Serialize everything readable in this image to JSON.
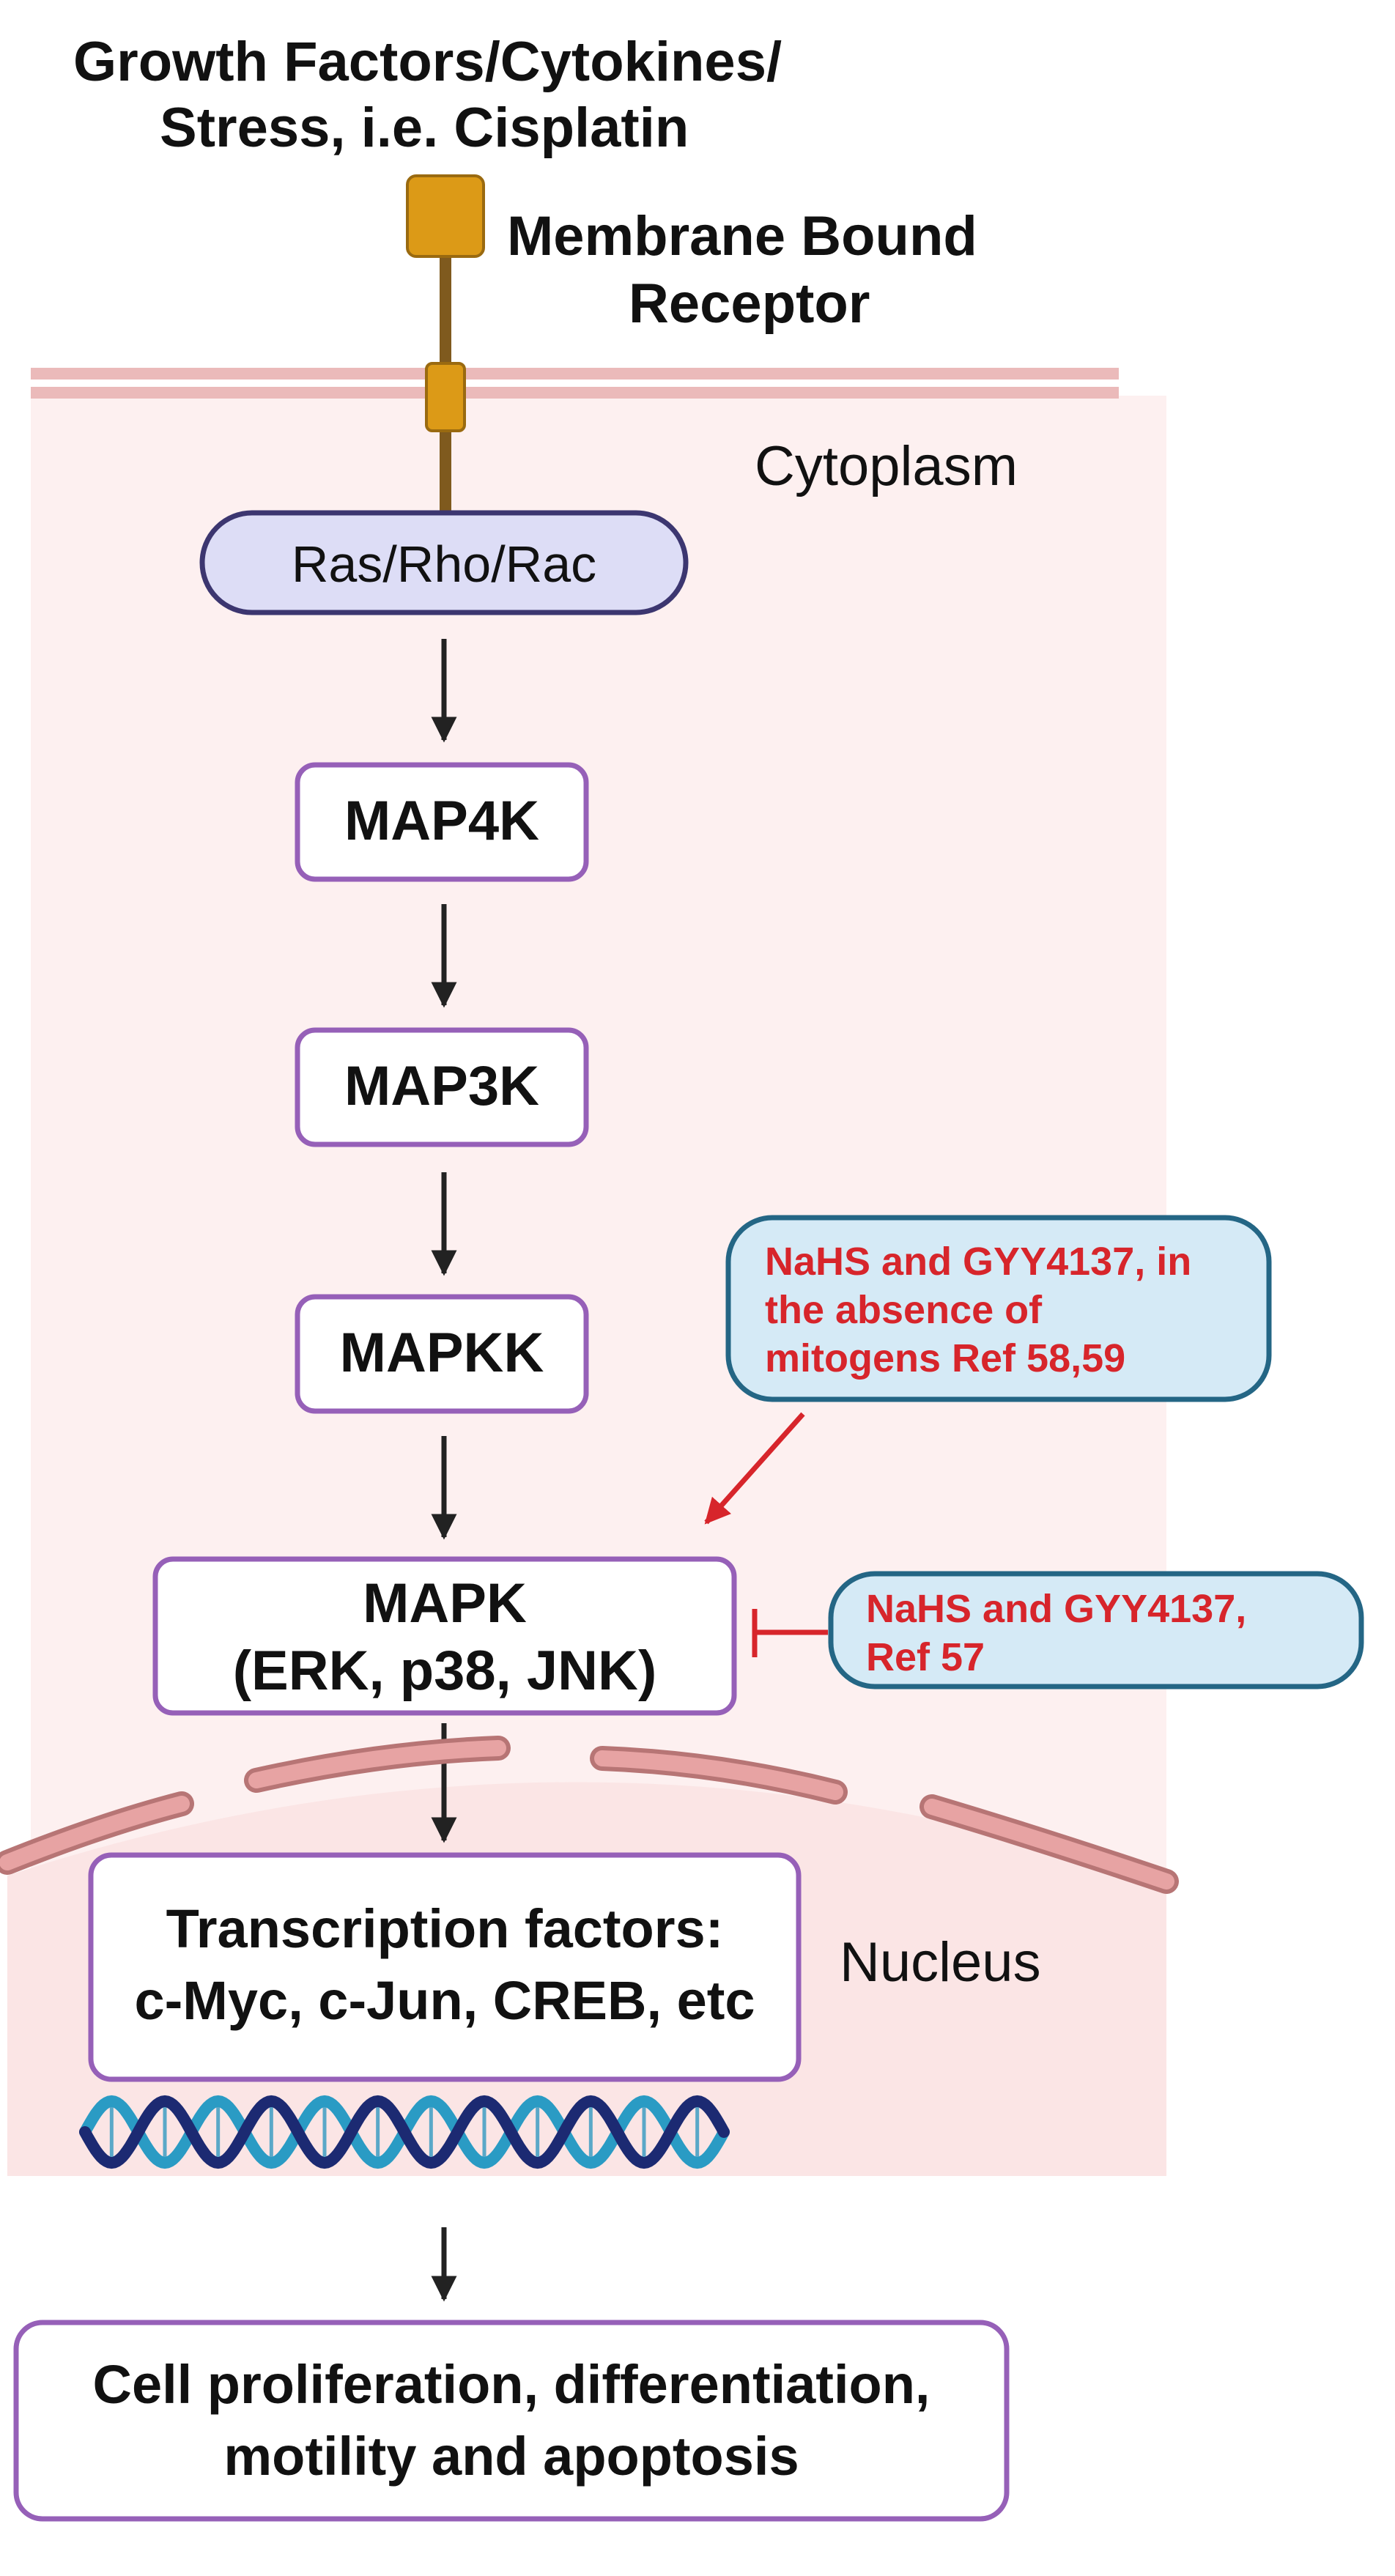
{
  "top_label": {
    "line1": "Growth Factors/Cytokines/",
    "line2": "Stress, i.e. Cisplatin"
  },
  "receptor_label": {
    "line1": "Membrane Bound",
    "line2": "Receptor"
  },
  "compartments": {
    "cytoplasm": "Cytoplasm",
    "nucleus": "Nucleus"
  },
  "nodes": {
    "ras": "Ras/Rho/Rac",
    "map4k": "MAP4K",
    "map3k": "MAP3K",
    "mapkk": "MAPKK",
    "mapk_line1": "MAPK",
    "mapk_line2": "(ERK, p38, JNK)",
    "tf_line1": "Transcription factors:",
    "tf_line2": "c-Myc, c-Jun, CREB, etc",
    "outcome_line1": "Cell proliferation, differentiation,",
    "outcome_line2": "motility and apoptosis"
  },
  "callouts": {
    "activation": {
      "line1": "NaHS and GYY4137, in",
      "line2": "the absence of",
      "line3": "mitogens  Ref 58,59"
    },
    "inhibition": {
      "line1": "NaHS and GYY4137,",
      "line2": "Ref 57"
    }
  },
  "colors": {
    "cytoplasm_fill": "#fdf0f0",
    "membrane": "#e8b4b4",
    "receptor": "#dc9a17",
    "receptor_stalk": "#7f5a1e",
    "ras_fill": "#ddddf6",
    "ras_stroke": "#3c3670",
    "box_stroke": "#9660b8",
    "callout_fill": "#d5eaf6",
    "callout_stroke": "#246685",
    "callout_text": "#d7252b",
    "nuclear_envelope": "#cf8d8d",
    "dna_dark": "#1c2a72",
    "dna_light": "#2a9bc4"
  }
}
